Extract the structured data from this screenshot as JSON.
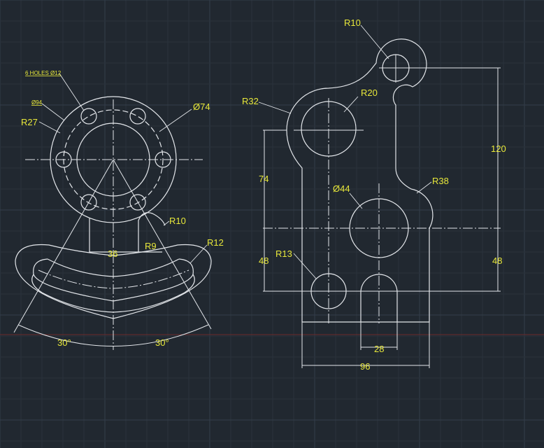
{
  "colors": {
    "background": "#212830",
    "grid_minor": "#2a323c",
    "grid_major": "#343e4a",
    "geometry": "#e3e6ea",
    "dimension_text": "#e8e83a",
    "x_axis": "#6a2a2a"
  },
  "left_view": {
    "labels": {
      "holes_note": "6 HOLES Ø12",
      "bolt_circle": "Ø94",
      "r27": "R27",
      "d74": "Ø74",
      "r10": "R10",
      "r9": "R9",
      "r12": "R12",
      "width36": "36",
      "angle_left": "30°",
      "angle_right": "30°"
    }
  },
  "right_view": {
    "labels": {
      "r10": "R10",
      "r20": "R20",
      "r32": "R32",
      "h74": "74",
      "h120": "120",
      "d44": "Ø44",
      "r38": "R38",
      "r13": "R13",
      "h48_left": "48",
      "h48_right": "48",
      "w28": "28",
      "w96": "96"
    }
  }
}
